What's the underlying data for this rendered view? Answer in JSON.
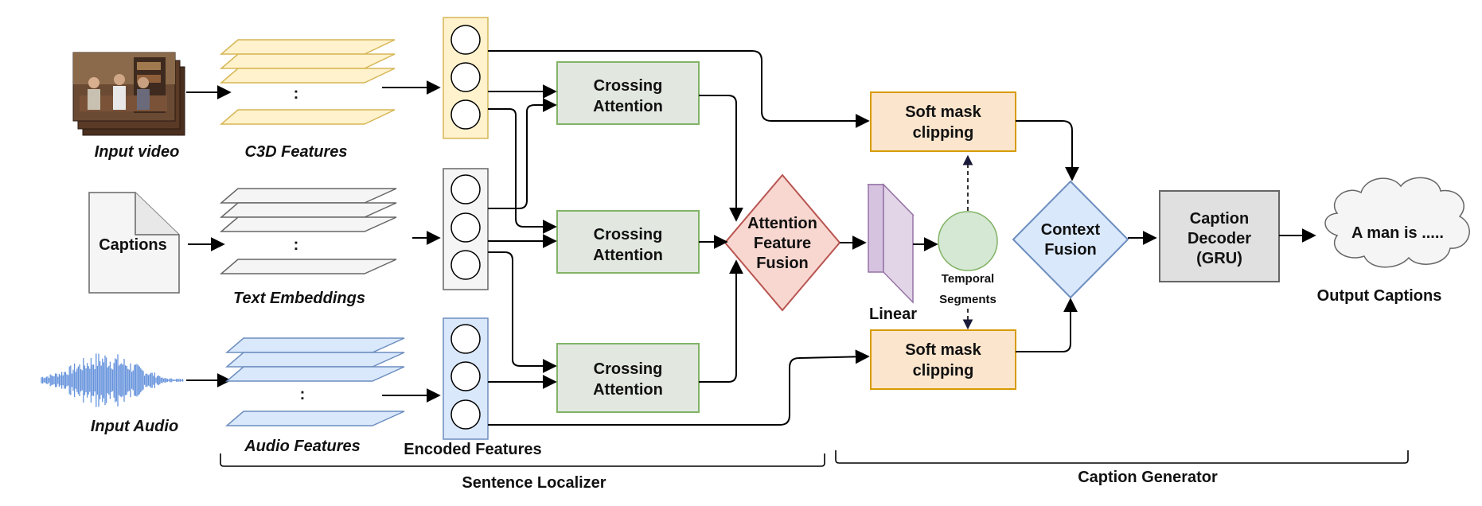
{
  "inputs": {
    "video": {
      "label": "Input video"
    },
    "captions": {
      "label": "Captions"
    },
    "audio": {
      "label": "Input Audio"
    }
  },
  "features": {
    "c3d": "C3D Features",
    "text": "Text Embeddings",
    "audio": "Audio Features",
    "ellipsis": ":"
  },
  "encoded_features_label": "Encoded Features",
  "crossing_attention": [
    {
      "line1": "Crossing",
      "line2": "Attention"
    },
    {
      "line1": "Crossing",
      "line2": "Attention"
    },
    {
      "line1": "Crossing",
      "line2": "Attention"
    }
  ],
  "attention_fusion": {
    "line1": "Attention",
    "line2": "Feature",
    "line3": "Fusion"
  },
  "linear_label": "Linear",
  "temporal_segments": {
    "line1": "Temporal",
    "line2": "Segments"
  },
  "soft_mask": [
    {
      "line1": "Soft mask",
      "line2": "clipping"
    },
    {
      "line1": "Soft mask",
      "line2": "clipping"
    }
  ],
  "context_fusion": {
    "line1": "Context",
    "line2": "Fusion"
  },
  "caption_decoder": {
    "line1": "Caption",
    "line2": "Decoder",
    "line3": "(GRU)"
  },
  "output": {
    "cloud_text": "A man is .....",
    "label": "Output Captions"
  },
  "groups": {
    "sentence_localizer": "Sentence Localizer",
    "caption_generator": "Caption Generator"
  },
  "colors": {
    "video_feat_fill": "#fff2cc",
    "video_feat_stroke": "#d6b656",
    "text_feat_fill": "#f5f5f5",
    "text_feat_stroke": "#666666",
    "audio_feat_fill": "#dae8fc",
    "audio_feat_stroke": "#6c8ebf",
    "attention_fill": "#e2e8e0",
    "attention_stroke": "#82b366",
    "fusion_fill": "#f8d7d0",
    "fusion_stroke": "#b85450",
    "softmask_fill": "#fce5cd",
    "softmask_stroke": "#d79b00",
    "context_fill": "#dae8fc",
    "context_stroke": "#6c8ebf",
    "decoder_fill": "#e0e0e0",
    "decoder_stroke": "#666666",
    "linear_fill": "#e1d5e7",
    "linear_stroke": "#9673a6",
    "temporal_fill": "#d5e8d4",
    "temporal_stroke": "#82b366",
    "audio_wave": "#4a7fd6"
  }
}
